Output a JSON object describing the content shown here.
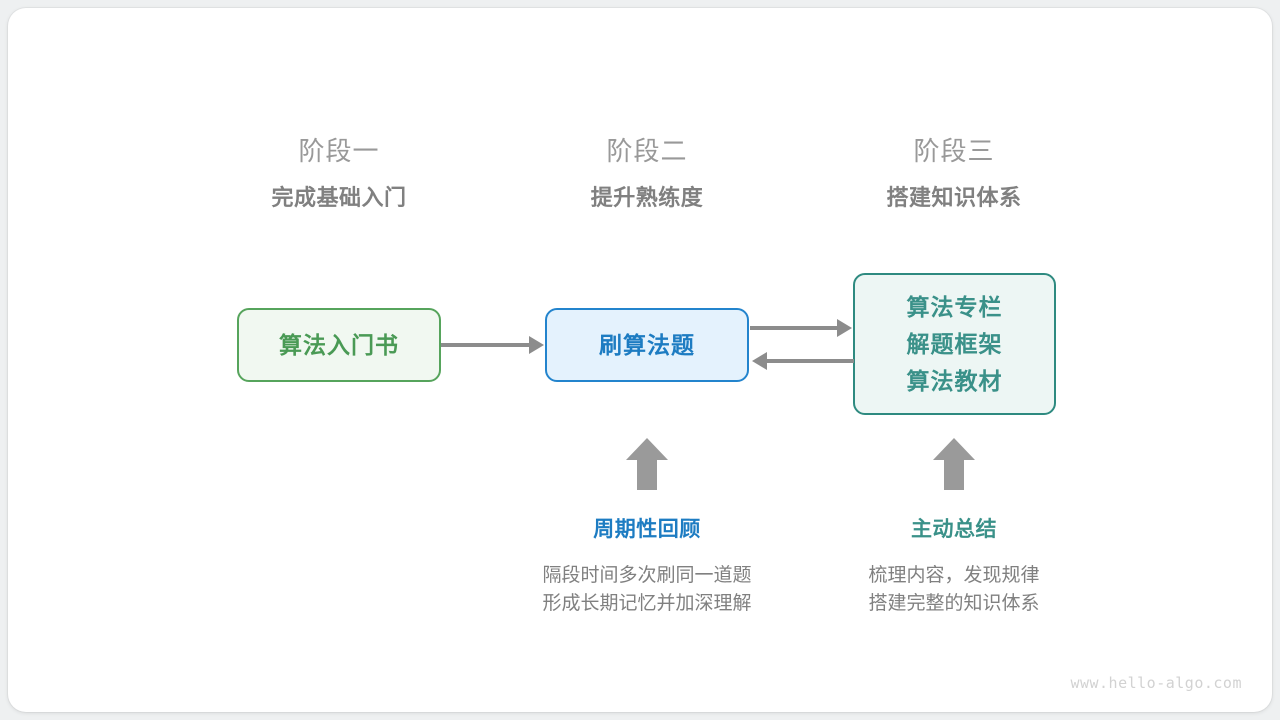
{
  "stages": [
    {
      "title": "阶段一",
      "subtitle": "完成基础入门"
    },
    {
      "title": "阶段二",
      "subtitle": "提升熟练度"
    },
    {
      "title": "阶段三",
      "subtitle": "搭建知识体系"
    }
  ],
  "nodes": {
    "green": {
      "label": "算法入门书",
      "color": "#4a9a55",
      "border": "#56a45c",
      "fill": "#f1f8f1"
    },
    "blue": {
      "label": "刷算法题",
      "color": "#1d7cc2",
      "border": "#2384cd",
      "fill": "#e4f2fd"
    },
    "teal": {
      "lines": [
        "算法专栏",
        "解题框架",
        "算法教材"
      ],
      "color": "#3a9189",
      "border": "#2e8a80",
      "fill": "#edf6f4"
    }
  },
  "arrows": {
    "green_to_blue": "arrow-right",
    "blue_to_teal": "arrow-right",
    "teal_to_blue": "arrow-left",
    "up_blue": "arrow-up",
    "up_teal": "arrow-up",
    "color": "#8c8c8c"
  },
  "notes": [
    {
      "title": "周期性回顾",
      "desc_line1": "隔段时间多次刷同一道题",
      "desc_line2": "形成长期记忆并加深理解",
      "color": "#1d7cc2"
    },
    {
      "title": "主动总结",
      "desc_line1": "梳理内容，发现规律",
      "desc_line2": "搭建完整的知识体系",
      "color": "#3a9189"
    }
  ],
  "watermark": "www.hello-algo.com"
}
